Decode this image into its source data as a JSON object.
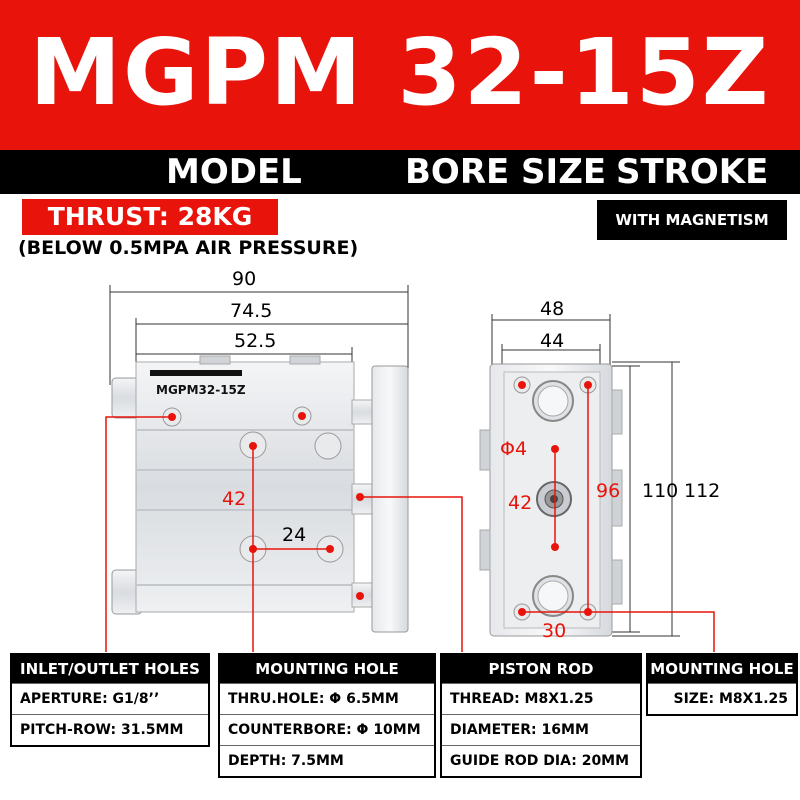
{
  "banner": {
    "title": "MGPM 32-15Z",
    "color": "#e8140c"
  },
  "subbar": {
    "model": "MODEL",
    "bore": "BORE SIZE",
    "stroke": "STROKE"
  },
  "thrust": "THRUST: 28KG",
  "magnetism": "WITH MAGNETISM",
  "pressure_note": "(BELOW 0.5MPA AIR PRESSURE)",
  "side_view": {
    "dims": [
      "90",
      "74.5",
      "52.5"
    ],
    "label": "MGPM32-15Z",
    "red_dims": [
      "42",
      "24"
    ]
  },
  "front_view": {
    "dims": [
      "48",
      "44",
      "110",
      "112"
    ],
    "red_dims": [
      "Φ4",
      "42",
      "96",
      "30"
    ]
  },
  "tables": [
    {
      "title": "INLET/OUTLET HOLES",
      "rows": [
        "APERTURE: G1/8’’",
        "PITCH-ROW: 31.5MM"
      ]
    },
    {
      "title": "MOUNTING HOLE",
      "rows": [
        "THRU.HOLE: Φ 6.5MM",
        "COUNTERBORE: Φ 10MM",
        "DEPTH: 7.5MM"
      ]
    },
    {
      "title": "PISTON ROD",
      "rows": [
        "THREAD: M8X1.25",
        "DIAMETER: 16MM",
        "GUIDE ROD DIA: 20MM"
      ]
    },
    {
      "title": "MOUNTING HOLE",
      "rows": [
        "SIZE: M8X1.25"
      ]
    }
  ]
}
